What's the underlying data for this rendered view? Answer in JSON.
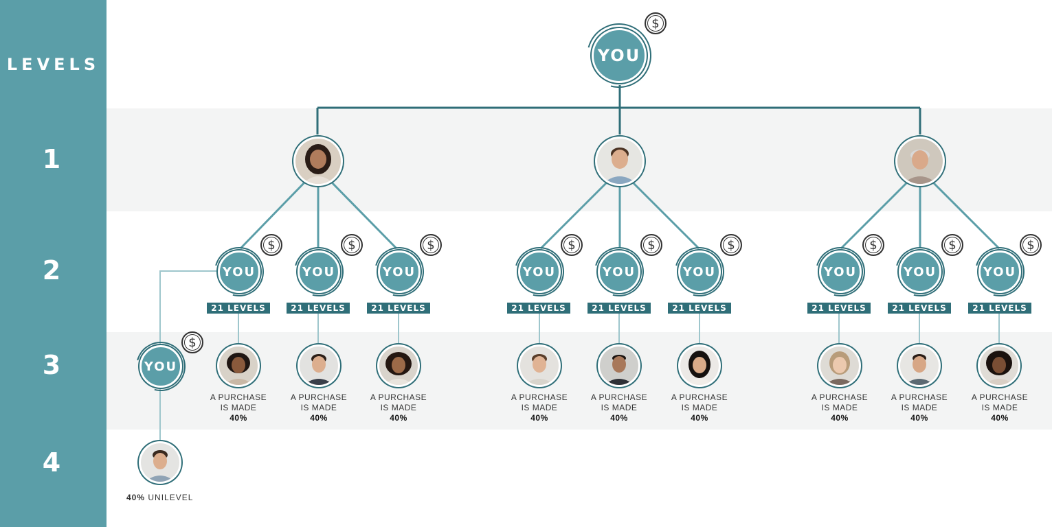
{
  "sidebar": {
    "title": "LEVELS",
    "levels": [
      "1",
      "2",
      "3",
      "4"
    ]
  },
  "root": {
    "label": "YOU",
    "dollar": "$"
  },
  "level2": {
    "you_label": "YOU",
    "tag": "21 LEVELS",
    "dollar": "$"
  },
  "level3": {
    "you_label": "YOU",
    "caption_line1": "A PURCHASE",
    "caption_line2": "IS MADE",
    "caption_percent": "40%"
  },
  "level4": {
    "percent": "40%",
    "label": "UNILEVEL"
  },
  "colors": {
    "teal": "#5b9ea8",
    "dark_teal": "#2f6e78",
    "band": "#f3f4f4"
  },
  "icons": {
    "dollar": "dollar-icon"
  }
}
